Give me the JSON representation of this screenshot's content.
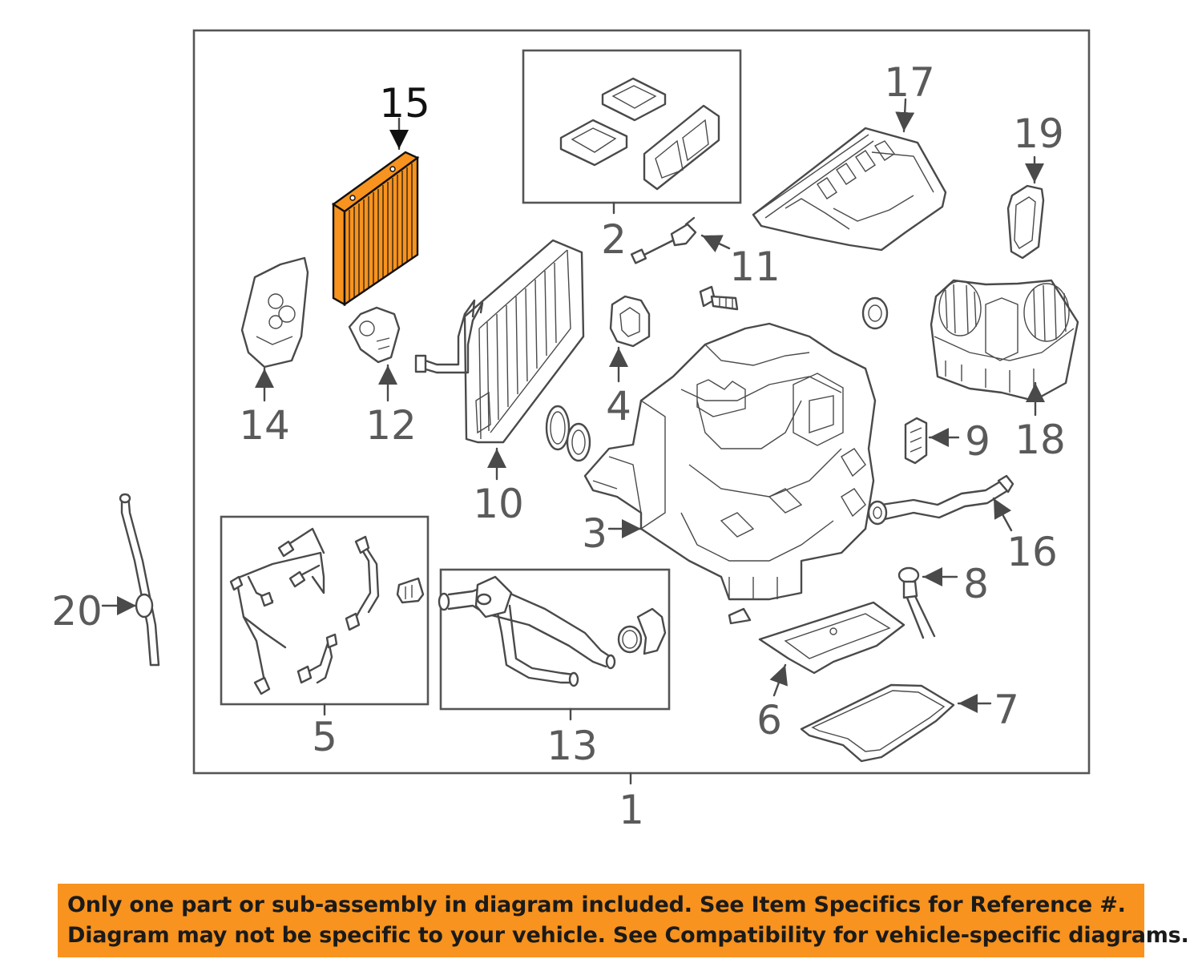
{
  "diagram": {
    "highlight_color": "#f7931e",
    "highlighted_part": "15",
    "callouts": [
      "1",
      "2",
      "3",
      "4",
      "5",
      "6",
      "7",
      "8",
      "9",
      "10",
      "11",
      "12",
      "13",
      "14",
      "15",
      "16",
      "17",
      "18",
      "19",
      "20"
    ]
  },
  "notice": {
    "background_color": "#f7931e",
    "line1": "Only one part or sub-assembly in diagram included. See Item Specifics for Reference #.",
    "line2": "Diagram may not be specific to your vehicle. See Compatibility for vehicle-specific diagrams."
  }
}
